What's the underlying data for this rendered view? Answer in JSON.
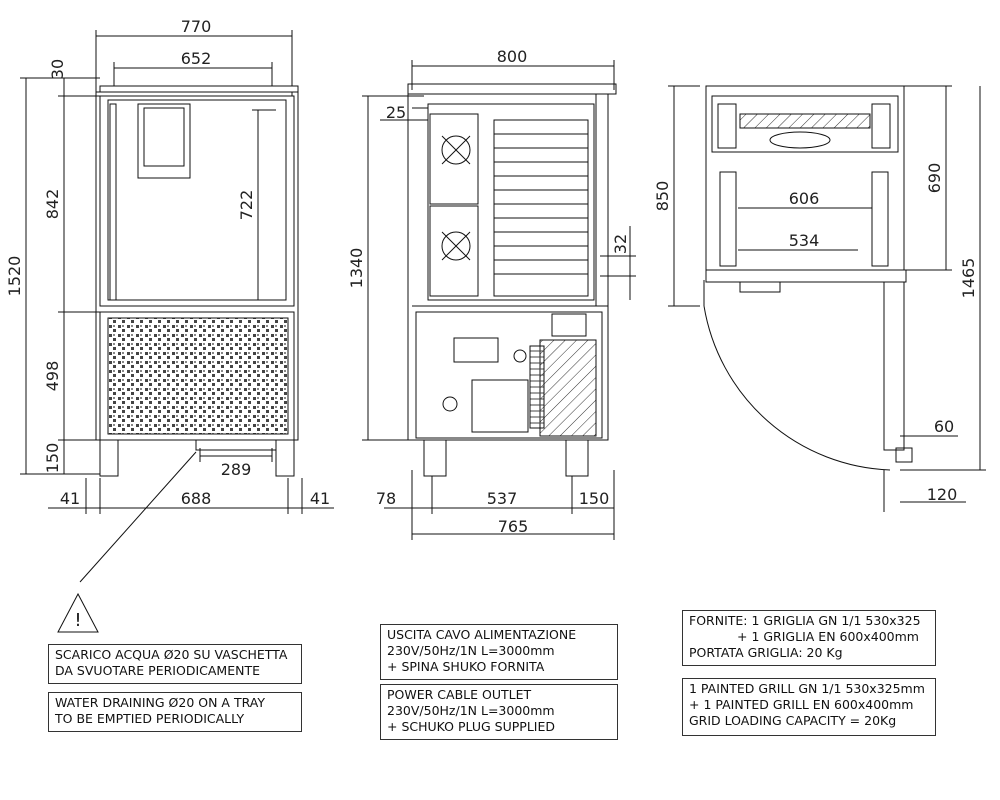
{
  "front": {
    "overall_width": "770",
    "inner_width": "652",
    "top_gap": "30",
    "total_height": "1520",
    "upper_height": "842",
    "door_window_height": "722",
    "lower_height": "498",
    "leg_height": "150",
    "drain_width": "289",
    "left_margin": "41",
    "middle_width": "688",
    "right_margin": "41"
  },
  "side": {
    "overall_width": "800",
    "top_offset": "25",
    "cabinet_height": "1340",
    "shelf_pitch": "32",
    "left_offset": "78",
    "middle_width": "537",
    "right_offset": "150",
    "base_width": "765"
  },
  "plan": {
    "depth": "850",
    "inner_depth": "690",
    "inner_width": "606",
    "grill_width": "534",
    "door_swing": "1465",
    "hinge_offset": "60",
    "door_thickness": "120"
  },
  "notes": {
    "drain_it_1": "SCARICO ACQUA Ø20 SU VASCHETTA",
    "drain_it_2": "DA SVUOTARE PERIODICAMENTE",
    "drain_en_1": "WATER DRAINING Ø20 ON A TRAY",
    "drain_en_2": "TO BE EMPTIED PERIODICALLY",
    "power_it_1": "USCITA CAVO ALIMENTAZIONE",
    "power_it_2": "230V/50Hz/1N L=3000mm",
    "power_it_3": "+ SPINA SHUKO FORNITA",
    "power_en_1": "POWER CABLE OUTLET",
    "power_en_2": "230V/50Hz/1N L=3000mm",
    "power_en_3": "+ SCHUKO PLUG SUPPLIED",
    "supplied_it_1": "FORNITE: 1 GRIGLIA GN 1/1 530x325",
    "supplied_it_2": "+ 1 GRIGLIA EN 600x400mm",
    "supplied_it_3": "PORTATA GRIGLIA: 20 Kg",
    "supplied_en_1": "1  PAINTED GRILL GN 1/1 530x325mm",
    "supplied_en_2": "+ 1 PAINTED GRILL EN 600x400mm",
    "supplied_en_3": "GRID LOADING CAPACITY = 20Kg"
  },
  "warning_symbol": "!"
}
